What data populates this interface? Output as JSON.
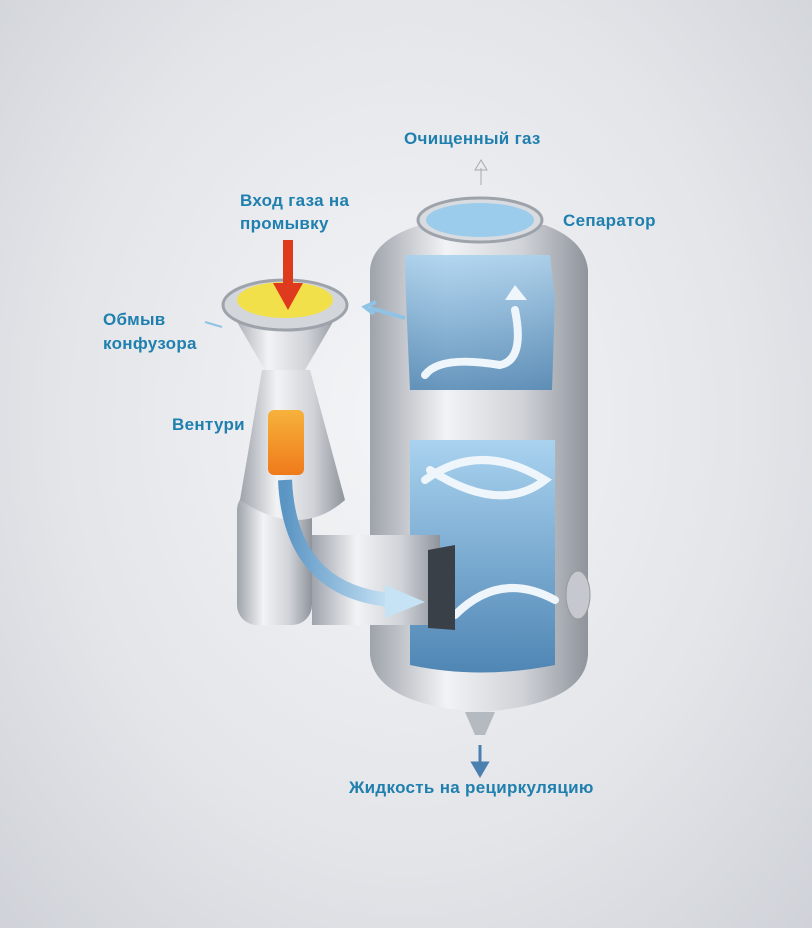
{
  "labels": {
    "clean_gas": "Очищенный газ",
    "gas_inlet_line1": "Вход газа на",
    "gas_inlet_line2": "промывку",
    "separator": "Сепаратор",
    "confuser_wash_line1": "Обмыв",
    "confuser_wash_line2": "конфузора",
    "venturi": "Вентури",
    "liquid_recirculation": "Жидкость на рециркуляцию"
  },
  "colors": {
    "label": "#1f7fae",
    "inlet_arrow": "#e03a1e",
    "gas_inlet": "#f2e04a",
    "venturi_throat": "#f5a030",
    "water": "#8fc3e6",
    "metal": "#c9ccd2"
  }
}
